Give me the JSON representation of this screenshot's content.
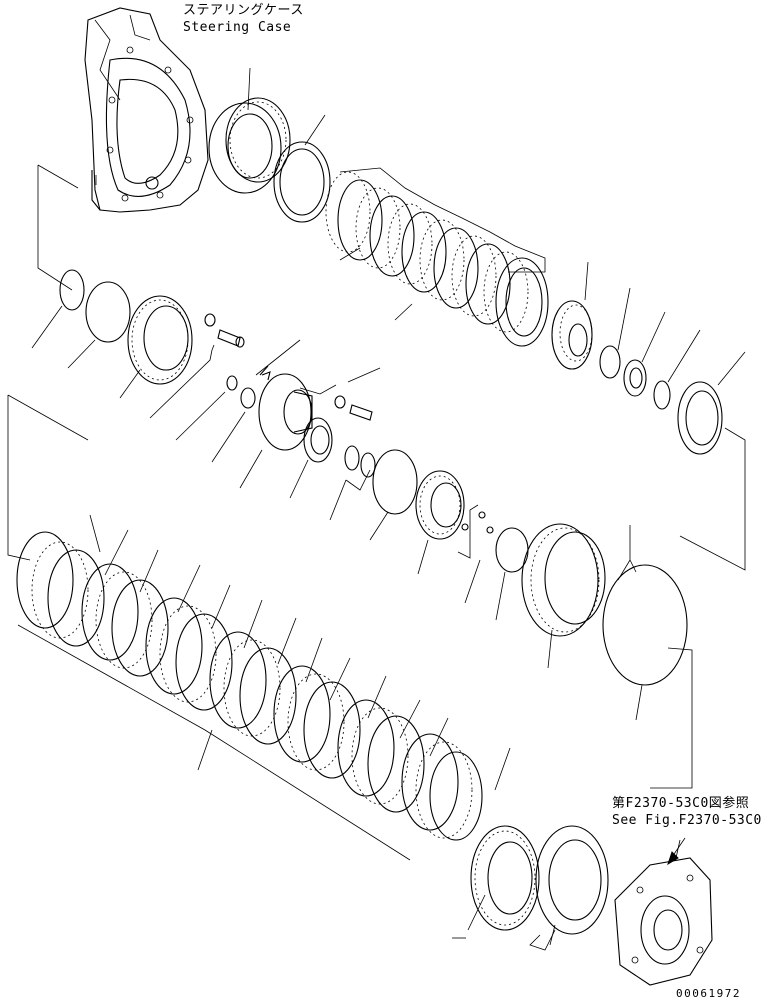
{
  "labels": {
    "steering_case_jp": "ステアリングケース",
    "steering_case_en": "Steering Case",
    "see_fig_jp": "第F2370-53C0図参照",
    "see_fig_en": "See Fig.F2370-53C0",
    "drawing_number": "00061972"
  }
}
